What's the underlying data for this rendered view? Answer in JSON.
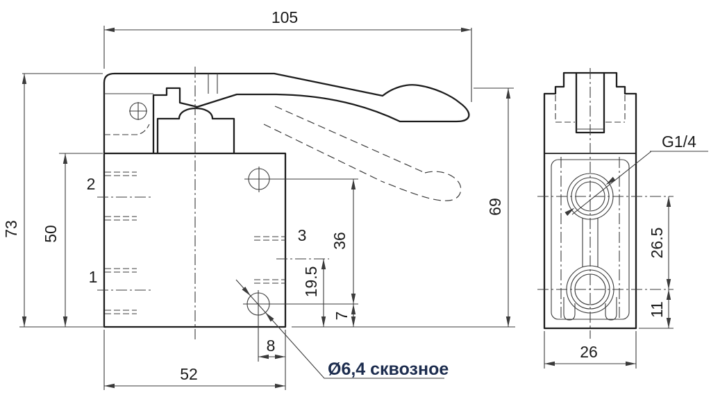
{
  "front_view": {
    "dimensions": {
      "top_width": "105",
      "overall_height": "73",
      "body_height": "50",
      "handle_height": "69",
      "ports_span": "36",
      "hole_height": "19.5",
      "lower_port_offset": "7",
      "hole_inset": "8",
      "body_width": "52"
    },
    "port_labels": {
      "p1": "1",
      "p2": "2",
      "p3": "3"
    },
    "hole_note": "Ø6,4 сквозное"
  },
  "side_view": {
    "dimensions": {
      "port_spacing": "26.5",
      "lower_port_offset": "11",
      "depth": "26"
    },
    "thread_label": "G1/4"
  },
  "colors": {
    "outline": "#1c1c1c",
    "thin_line": "#3a3a3a",
    "dim_text": "#1a1a1a",
    "note_text": "#1c2c4e",
    "background": "#ffffff"
  }
}
